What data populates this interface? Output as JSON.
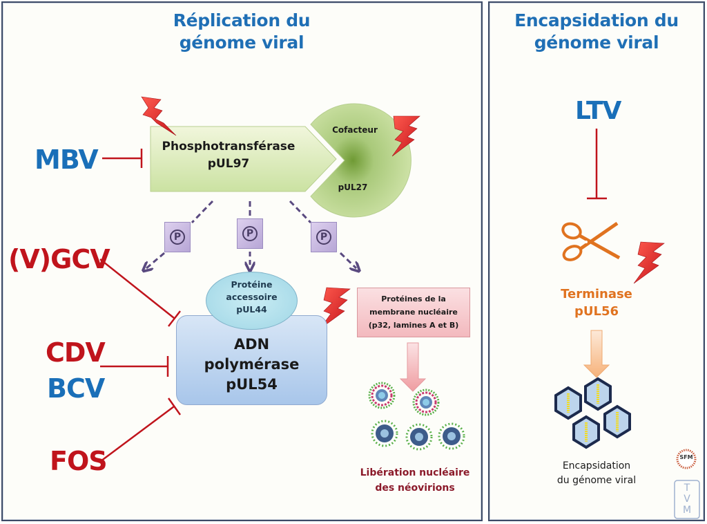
{
  "colors": {
    "title_blue": "#1f6fb5",
    "inhibitor_red": "#c0141c",
    "drug_blue": "#1a6fb8",
    "terminase_orange": "#e07320",
    "release_maroon": "#8b1a2a",
    "arrow_purple": "#5a4a80"
  },
  "left_panel": {
    "title_line1": "Réplication du",
    "title_line2": "génome viral",
    "drugs": {
      "mbv": "MBV",
      "vgcv": "(V)GCV",
      "cdv": "CDV",
      "bcv": "BCV",
      "fos": "FOS"
    },
    "kinase": {
      "line1": "Phosphotransférase",
      "line2": "pUL97"
    },
    "cofactor": {
      "line1": "Cofacteur",
      "line2": "pUL27"
    },
    "phospho_tags": [
      "P",
      "P",
      "P"
    ],
    "accessory": {
      "line1": "Protéine",
      "line2": "accessoire",
      "line3": "pUL44"
    },
    "polymerase": {
      "line1": "ADN",
      "line2": "polymérase",
      "line3": "pUL54"
    },
    "membrane": {
      "line1": "Protéines de la",
      "line2": "membrane nucléaire",
      "line3": "(p32, lamines A et B)"
    },
    "release": {
      "line1": "Libération nucléaire",
      "line2": "des néovirions"
    },
    "icons": [
      "lightning-icon",
      "lightning-icon",
      "lightning-icon",
      "virion-icon"
    ]
  },
  "right_panel": {
    "title_line1": "Encapsidation du",
    "title_line2": "génome viral",
    "drug": "LTV",
    "terminase": {
      "line1": "Terminase",
      "line2": "pUL56"
    },
    "result": {
      "line1": "Encapsidation",
      "line2": "du génome viral"
    },
    "logos": {
      "sfm": "SFM",
      "tvm": [
        "T",
        "V",
        "M"
      ]
    },
    "icons": [
      "scissors-icon",
      "lightning-icon",
      "capsid-icon"
    ]
  }
}
